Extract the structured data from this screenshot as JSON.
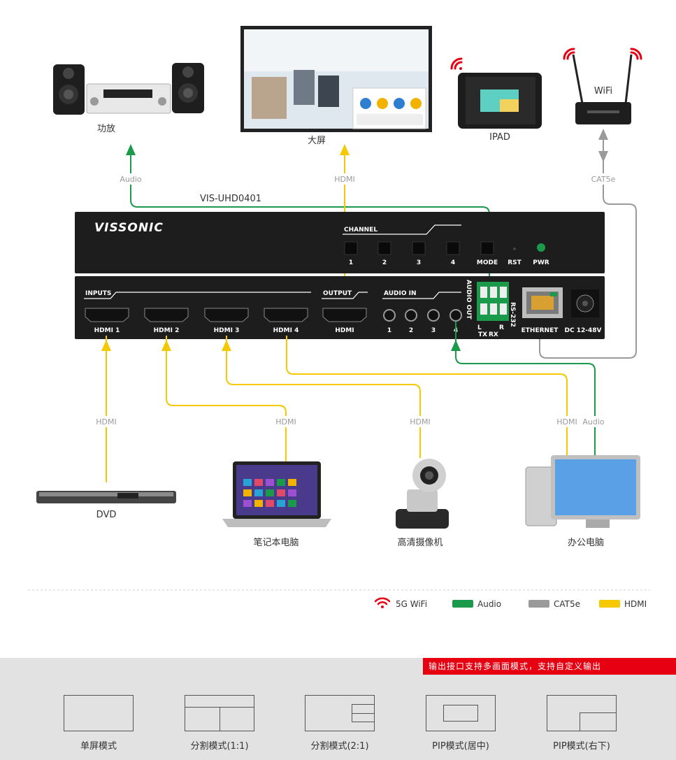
{
  "devices": {
    "amplifier": "功放",
    "screen": "大屏",
    "ipad": "IPAD",
    "router": "WiFi",
    "dvd": "DVD",
    "laptop": "笔记本电脑",
    "camera": "高清摄像机",
    "pc": "办公电脑"
  },
  "connections": {
    "audio": "Audio",
    "hdmi": "HDMI",
    "cat5e": "CAT5e",
    "pc_hdmi": "HDMI",
    "pc_audio": "Audio"
  },
  "model": "VIS-UHD0401",
  "panel": {
    "brand": "VISSONIC",
    "channel": "CHANNEL",
    "buttons": [
      "1",
      "2",
      "3",
      "4"
    ],
    "mode": "MODE",
    "rst": "RST",
    "pwr": "PWR",
    "inputs": "INPUTS",
    "output": "OUTPUT",
    "audio_in": "AUDIO IN",
    "audio_out": "AUDIO OUT",
    "rs232": "RS-232",
    "hdmi_ports": [
      "HDMI 1",
      "HDMI 2",
      "HDMI 3",
      "HDMI 4"
    ],
    "hdmi_out": "HDMI",
    "audio_ports": [
      "1",
      "2",
      "3",
      "4"
    ],
    "lr_l": "L",
    "lr_r": "R",
    "tx": "TX",
    "rx": "RX",
    "ethernet": "ETHERNET",
    "dc": "DC 12-48V"
  },
  "legend": {
    "wifi": "5G WiFi",
    "audio": "Audio",
    "cat5e": "CAT5e",
    "hdmi": "HDMI"
  },
  "colors": {
    "audio": "#1a9a4a",
    "hdmi": "#f5c800",
    "cat5e": "#9a9a9a",
    "wifi": "#e60012",
    "banner": "#e60012"
  },
  "banner": "输出接口支持多画面模式，支持自定义输出",
  "modes": [
    "单屏模式",
    "分割模式(1:1)",
    "分割模式(2:1)",
    "PIP模式(居中)",
    "PIP模式(右下)"
  ]
}
